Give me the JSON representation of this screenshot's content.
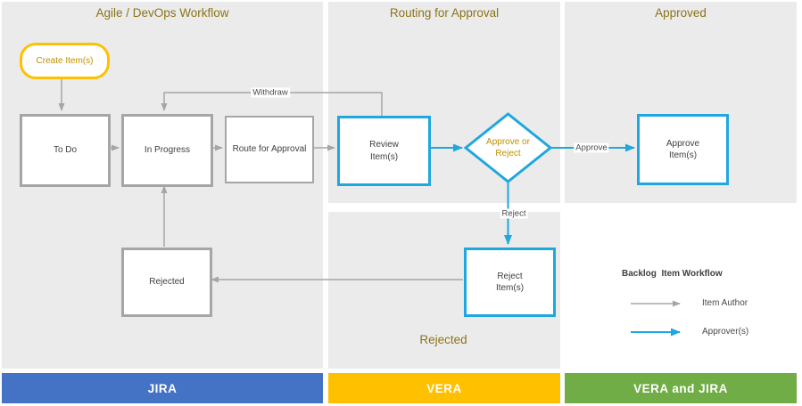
{
  "diagram": {
    "lanes": [
      {
        "title": "Agile / DevOps Workflow",
        "system": "JIRA",
        "bar_color": "#4472c4"
      },
      {
        "title": "Routing for Approval",
        "sub_title": "Rejected",
        "system": "VERA",
        "bar_color": "#ffc000"
      },
      {
        "title": "Approved",
        "system": "VERA and JIRA",
        "bar_color": "#70ad47"
      }
    ],
    "nodes": {
      "create_item": {
        "label": "Create Item(s)",
        "shape": "start-pill",
        "border_color": "#ffc000",
        "text_color": "#bf9000"
      },
      "to_do": {
        "label": "To Do",
        "shape": "process",
        "border_color": "#a6a6a6"
      },
      "in_progress": {
        "label": "In Progress",
        "shape": "process",
        "border_color": "#a6a6a6"
      },
      "route_for_approval": {
        "label": "Route for Approval",
        "shape": "process",
        "border_color": "#a6a6a6"
      },
      "review_items": {
        "label": "Review\nItem(s)",
        "shape": "process",
        "border_color": "#1fa7df"
      },
      "approve_or_reject": {
        "label": "Approve or\nReject",
        "shape": "decision",
        "border_color": "#1fa7df",
        "text_color": "#bf9000"
      },
      "approve_items": {
        "label": "Approve\nItem(s)",
        "shape": "process",
        "border_color": "#1fa7df"
      },
      "reject_items": {
        "label": "Reject\nItem(s)",
        "shape": "process",
        "border_color": "#1fa7df"
      },
      "rejected": {
        "label": "Rejected",
        "shape": "process",
        "border_color": "#a6a6a6"
      }
    },
    "connector_labels": {
      "withdraw": "Withdraw",
      "approve": "Approve",
      "reject": "Reject"
    },
    "legend": {
      "title": "Backlog  Item Workflow",
      "items": [
        {
          "label": "Item Author",
          "color": "#a6a6a6"
        },
        {
          "label": "Approver(s)",
          "color": "#1fa7df"
        }
      ]
    },
    "colors": {
      "panel_background": "#ebebeb",
      "lane_title_text": "#8c7418",
      "author_gray": "#a6a6a6",
      "approver_blue": "#1fa7df",
      "gold_accent": "#ffc000",
      "gold_text": "#bf9000",
      "node_text": "#404040",
      "jira_bar": "#4472c4",
      "vera_bar": "#ffc000",
      "vera_jira_bar": "#70ad47"
    }
  }
}
